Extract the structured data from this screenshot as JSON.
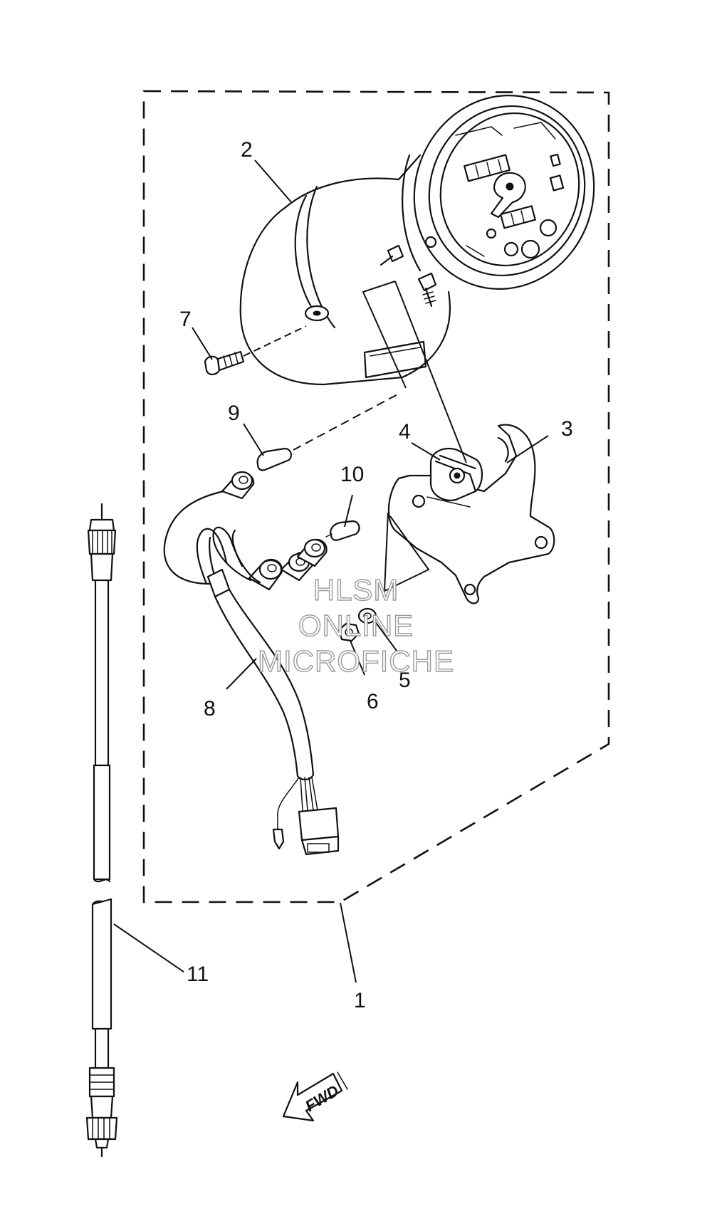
{
  "callouts": {
    "c1": "1",
    "c2": "2",
    "c3": "3",
    "c4": "4",
    "c5": "5",
    "c6": "6",
    "c7": "7",
    "c8": "8",
    "c9": "9",
    "c10": "10",
    "c11": "11"
  },
  "fwd_arrow": {
    "label": "FWD"
  },
  "watermark": {
    "line1": "HLSM",
    "line2": "ONLINE",
    "line3": "MICROFICHE"
  }
}
